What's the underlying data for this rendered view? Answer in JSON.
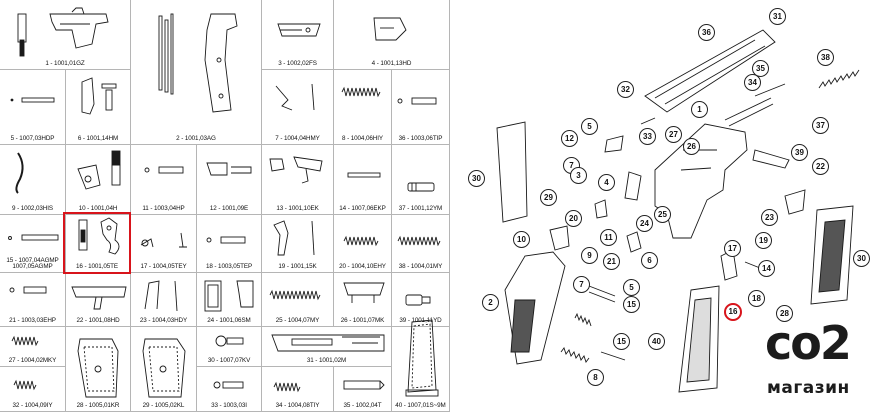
{
  "parts_grid": {
    "cells": [
      {
        "id": "c1",
        "caption": "1 - 1001,01GZ"
      },
      {
        "id": "c2",
        "caption": "2 - 1001,03AG"
      },
      {
        "id": "c3",
        "caption": "3 - 1002,02FS"
      },
      {
        "id": "c4",
        "caption": "4 - 1001,13HD"
      },
      {
        "id": "c5",
        "caption": "5 - 1007,03HDP"
      },
      {
        "id": "c6",
        "caption": "6 - 1001,14HM"
      },
      {
        "id": "c7",
        "caption": "7 - 1004,04HMY"
      },
      {
        "id": "c8",
        "caption": "8 - 1004,06HIY"
      },
      {
        "id": "c36",
        "caption": "36 - 1003,06TIP"
      },
      {
        "id": "c9",
        "caption": "9 - 1002,03HIS"
      },
      {
        "id": "c10",
        "caption": "10 - 1001,04H"
      },
      {
        "id": "c11",
        "caption": "11 - 1003,04HP"
      },
      {
        "id": "c12",
        "caption": "12 - 1001,09E"
      },
      {
        "id": "c13",
        "caption": "13 - 1001,10EK"
      },
      {
        "id": "c14",
        "caption": "14 - 1007,06EKP"
      },
      {
        "id": "c37",
        "caption": "37 - 1001,12YM"
      },
      {
        "id": "c15",
        "caption": "15 - 1007,04AGMP\n1007,05AGMP"
      },
      {
        "id": "c16",
        "caption": "16 - 1001,05TE"
      },
      {
        "id": "c17",
        "caption": "17 - 1004,05TEY"
      },
      {
        "id": "c18",
        "caption": "18 - 1003,05TEP"
      },
      {
        "id": "c19",
        "caption": "19 - 1001,15K"
      },
      {
        "id": "c20",
        "caption": "20 - 1004,10EHY"
      },
      {
        "id": "c38",
        "caption": "38 - 1004,01MY"
      },
      {
        "id": "c21",
        "caption": "21 - 1003,03EHP"
      },
      {
        "id": "c22",
        "caption": "22 - 1001,08HD"
      },
      {
        "id": "c23",
        "caption": "23 - 1004,03HDY"
      },
      {
        "id": "c24",
        "caption": "24 - 1001,06SM"
      },
      {
        "id": "c25",
        "caption": "25 - 1004,07MY"
      },
      {
        "id": "c26",
        "caption": "26 - 1001,07MK"
      },
      {
        "id": "c39",
        "caption": "39 - 1001,11YD"
      },
      {
        "id": "c27",
        "caption": "27 - 1004,02MKY"
      },
      {
        "id": "c30",
        "caption": "30 - 1007,07KV"
      },
      {
        "id": "c31",
        "caption": "31 - 1001,02M"
      },
      {
        "id": "c32",
        "caption": "32 - 1004,09IY"
      },
      {
        "id": "c28",
        "caption": "28 - 1005,01KR"
      },
      {
        "id": "c29",
        "caption": "29 - 1005,02KL"
      },
      {
        "id": "c33",
        "caption": "33 - 1003,03I"
      },
      {
        "id": "c34",
        "caption": "34 - 1004,08TIY"
      },
      {
        "id": "c35",
        "caption": "35 - 1002,04T"
      },
      {
        "id": "c40",
        "caption": "40 - 1007,01S~9M"
      }
    ]
  },
  "exploded_view": {
    "callouts": [
      "36",
      "31",
      "38",
      "35",
      "32",
      "34",
      "1",
      "37",
      "12",
      "5",
      "33",
      "27",
      "26",
      "7",
      "3",
      "39",
      "30",
      "29",
      "4",
      "25",
      "22",
      "24",
      "23",
      "20",
      "11",
      "17",
      "19",
      "10",
      "9",
      "21",
      "6",
      "14",
      "30",
      "7",
      "5",
      "15",
      "18",
      "16",
      "2",
      "28",
      "40",
      "15",
      "8"
    ],
    "highlighted": "16"
  },
  "logo": {
    "big": "co2",
    "small": "магазин"
  },
  "colors": {
    "highlight": "#d8141b",
    "line": "#1a1a1a",
    "grid": "#b5b5b5"
  }
}
